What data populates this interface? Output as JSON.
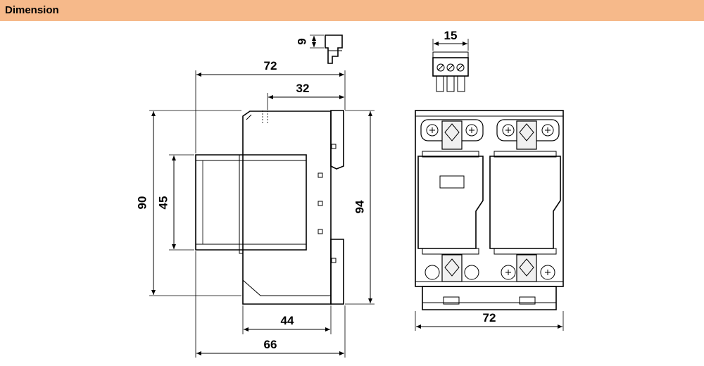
{
  "header": {
    "title": "Dimension",
    "background": "#f6b98a"
  },
  "dimensions": {
    "side_connector_height": "9",
    "top_connector_width": "15",
    "overall_depth": "72",
    "top_depth": "32",
    "overall_height": "90",
    "front_height": "45",
    "total_height": "94",
    "body_depth": "44",
    "base_depth": "66",
    "front_width": "72"
  }
}
